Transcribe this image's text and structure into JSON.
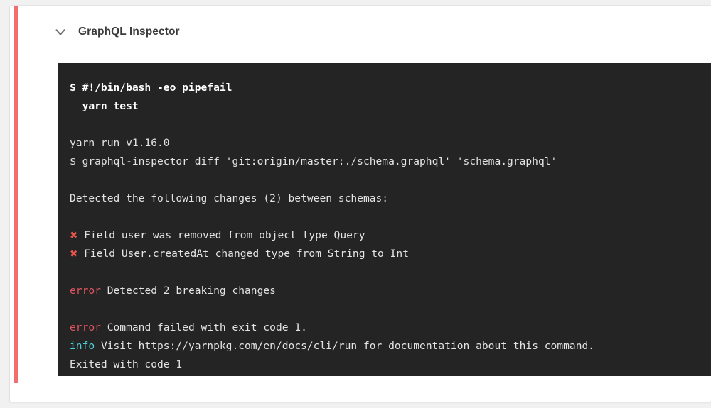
{
  "step": {
    "title": "GraphQL Inspector",
    "collapse_icon": "chevron-down-icon",
    "status_color": "#f26d6d",
    "status": "failed"
  },
  "colors": {
    "console_background": "#242424",
    "console_text": "#e6e6e6",
    "error": "#e05561",
    "info": "#4dd0d8",
    "marker": "#e8554e",
    "page_background": "#f1f1f1",
    "card_background": "#ffffff"
  },
  "console": {
    "lines": [
      {
        "type": "command",
        "text": "$ #!/bin/bash -eo pipefail"
      },
      {
        "type": "command",
        "text": "  yarn test"
      },
      {
        "type": "blank",
        "text": ""
      },
      {
        "type": "plain",
        "text": "yarn run v1.16.0"
      },
      {
        "type": "plain",
        "text": "$ graphql-inspector diff 'git:origin/master:./schema.graphql' 'schema.graphql'"
      },
      {
        "type": "blank",
        "text": ""
      },
      {
        "type": "plain",
        "text": "Detected the following changes (2) between schemas:"
      },
      {
        "type": "blank",
        "text": ""
      },
      {
        "type": "marker",
        "marker": "✖",
        "text": " Field user was removed from object type Query"
      },
      {
        "type": "marker",
        "marker": "✖",
        "text": " Field User.createdAt changed type from String to Int"
      },
      {
        "type": "blank",
        "text": ""
      },
      {
        "type": "level",
        "level": "error",
        "label": "error",
        "text": " Detected 2 breaking changes"
      },
      {
        "type": "blank",
        "text": ""
      },
      {
        "type": "level",
        "level": "error",
        "label": "error",
        "text": " Command failed with exit code 1."
      },
      {
        "type": "level",
        "level": "info",
        "label": "info",
        "text": " Visit https://yarnpkg.com/en/docs/cli/run for documentation about this command."
      },
      {
        "type": "plain",
        "text": "Exited with code 1"
      }
    ]
  }
}
